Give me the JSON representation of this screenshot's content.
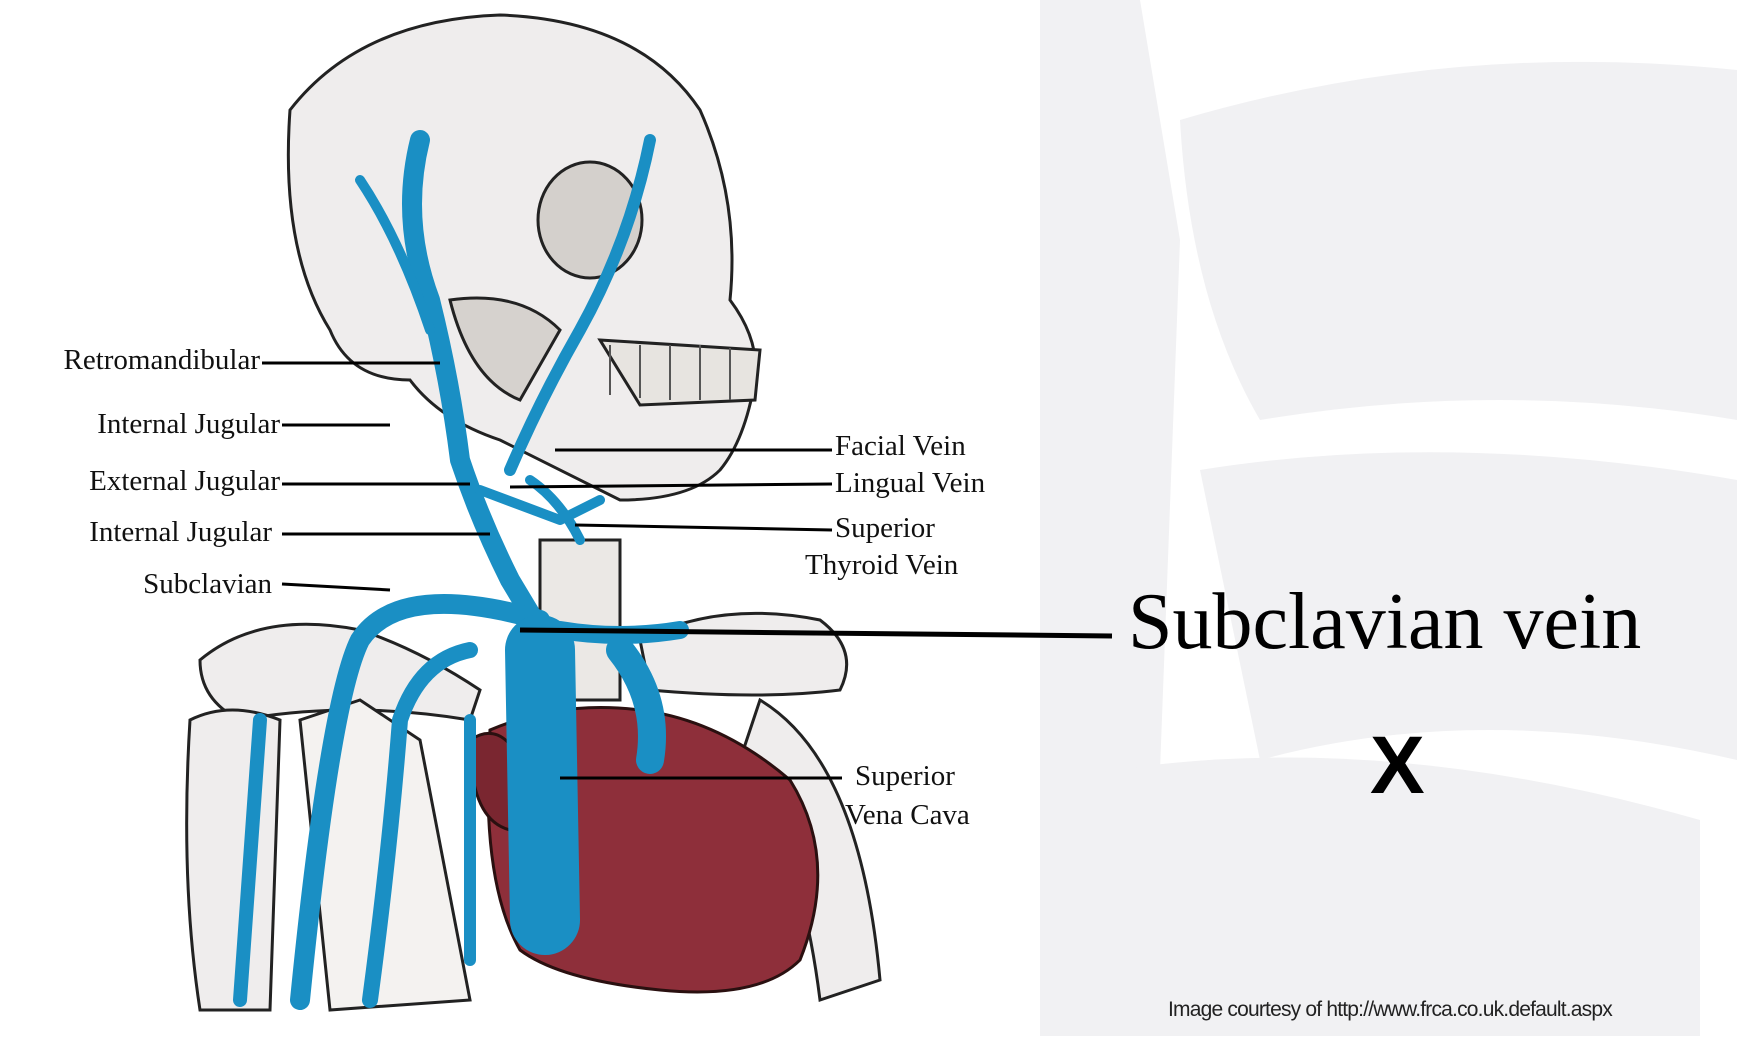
{
  "labels_left": [
    {
      "id": "retromandibular",
      "text": "Retromandibular"
    },
    {
      "id": "internal-jugular-1",
      "text": "Internal Jugular"
    },
    {
      "id": "external-jugular",
      "text": "External Jugular"
    },
    {
      "id": "internal-jugular-2",
      "text": "Internal Jugular"
    },
    {
      "id": "subclavian",
      "text": "Subclavian"
    }
  ],
  "labels_right": {
    "facial": "Facial Vein",
    "lingual": "Lingual Vein",
    "sup_thyroid_1": "Superior",
    "sup_thyroid_2": "Thyroid Vein",
    "svc_1": "Superior",
    "svc_2": "Vena Cava"
  },
  "highlight_label": "Subclavian vein",
  "mark": "X",
  "credit": "Image courtesy of http://www.frca.co.uk.default.aspx",
  "colors": {
    "vein": "#1a8fc4",
    "heart": "#8e2f3a",
    "bone_fill": "#efeded",
    "watermark": "#f2f2f4",
    "line": "#000000"
  }
}
